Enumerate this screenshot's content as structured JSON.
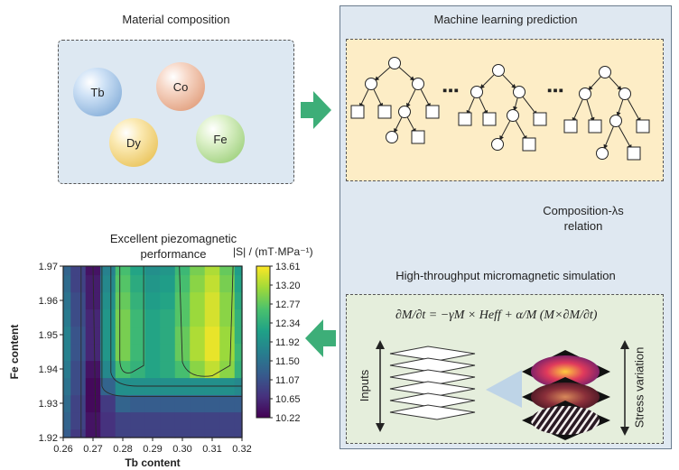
{
  "material": {
    "title": "Material composition",
    "elements": [
      "Tb",
      "Co",
      "Dy",
      "Fe"
    ]
  },
  "ml": {
    "title": "Machine learning prediction",
    "ellipsis": [
      "▪▪▪",
      "▪▪▪"
    ]
  },
  "relation": {
    "line1": "Composition-λs",
    "line2": "relation"
  },
  "simulation": {
    "title": "High-throughput micromagnetic simulation",
    "equation": "∂M/∂t = −γM × Heff + α/M (M×∂M/∂t)",
    "inputs_label": "Inputs",
    "stress_label": "Stress variation"
  },
  "performance": {
    "title_line1": "Excellent piezomagnetic",
    "title_line2": "performance",
    "colorbar_title": "|S| / (mT·MPa⁻¹)"
  },
  "colors": {
    "arrow": "#3dae78",
    "viridis": [
      "#440154",
      "#46327e",
      "#365c8d",
      "#277f8e",
      "#1fa187",
      "#4ac16d",
      "#a0da39",
      "#fde725"
    ]
  },
  "chart_data": {
    "type": "heatmap",
    "title": "",
    "xlabel": "Tb content",
    "ylabel": "Fe content",
    "x_ticks": [
      "0.26",
      "0.27",
      "0.28",
      "0.29",
      "0.30",
      "0.31",
      "0.32"
    ],
    "y_ticks": [
      "1.97",
      "1.96",
      "1.95",
      "1.94",
      "1.93",
      "1.92"
    ],
    "xlim": [
      0.26,
      0.32
    ],
    "ylim": [
      1.92,
      1.97
    ],
    "colorbar_label": "|S| / (mT·MPa⁻¹)",
    "colorbar_ticks": [
      "13.61",
      "13.20",
      "12.77",
      "12.34",
      "11.92",
      "11.50",
      "11.07",
      "10.65",
      "10.22"
    ],
    "colorbar_range": [
      10.22,
      13.61
    ],
    "x": [
      0.26,
      0.265,
      0.27,
      0.275,
      0.28,
      0.285,
      0.29,
      0.295,
      0.3,
      0.305,
      0.31,
      0.315,
      0.32
    ],
    "y": [
      1.92,
      1.925,
      1.93,
      1.935,
      1.94,
      1.945,
      1.95,
      1.955,
      1.96,
      1.965,
      1.97
    ],
    "z": [
      [
        11.2,
        10.8,
        10.4,
        10.7,
        10.9,
        10.9,
        10.9,
        10.9,
        10.9,
        10.9,
        10.9,
        10.9,
        10.9
      ],
      [
        11.3,
        10.9,
        10.4,
        10.7,
        10.9,
        10.9,
        10.9,
        10.9,
        10.9,
        10.9,
        10.9,
        10.9,
        10.9
      ],
      [
        11.4,
        10.9,
        10.3,
        10.8,
        11.3,
        11.2,
        11.2,
        11.2,
        11.2,
        11.2,
        11.2,
        11.2,
        11.2
      ],
      [
        11.5,
        11.0,
        10.3,
        11.3,
        11.9,
        11.9,
        11.9,
        11.9,
        11.9,
        11.9,
        11.9,
        11.9,
        11.8
      ],
      [
        11.6,
        11.0,
        10.4,
        11.8,
        12.6,
        12.4,
        12.2,
        12.3,
        12.6,
        13.0,
        13.3,
        13.0,
        12.4
      ],
      [
        11.7,
        11.1,
        10.6,
        12.0,
        12.9,
        12.5,
        12.2,
        12.3,
        12.8,
        13.2,
        13.5,
        13.1,
        12.5
      ],
      [
        11.7,
        11.1,
        10.6,
        12.0,
        12.9,
        12.5,
        12.2,
        12.3,
        12.8,
        13.2,
        13.5,
        13.1,
        12.4
      ],
      [
        11.6,
        11.0,
        10.6,
        12.0,
        12.9,
        12.5,
        12.2,
        12.3,
        12.7,
        13.1,
        13.4,
        13.0,
        12.4
      ],
      [
        11.5,
        11.0,
        10.5,
        11.9,
        12.8,
        12.4,
        12.1,
        12.2,
        12.7,
        13.1,
        13.4,
        13.0,
        12.3
      ],
      [
        11.4,
        10.9,
        10.5,
        11.8,
        12.7,
        12.3,
        12.0,
        12.1,
        12.6,
        13.0,
        13.3,
        12.9,
        12.2
      ],
      [
        11.3,
        10.9,
        10.4,
        11.7,
        12.6,
        12.2,
        11.9,
        12.0,
        12.5,
        12.9,
        13.2,
        12.8,
        12.1
      ]
    ]
  }
}
